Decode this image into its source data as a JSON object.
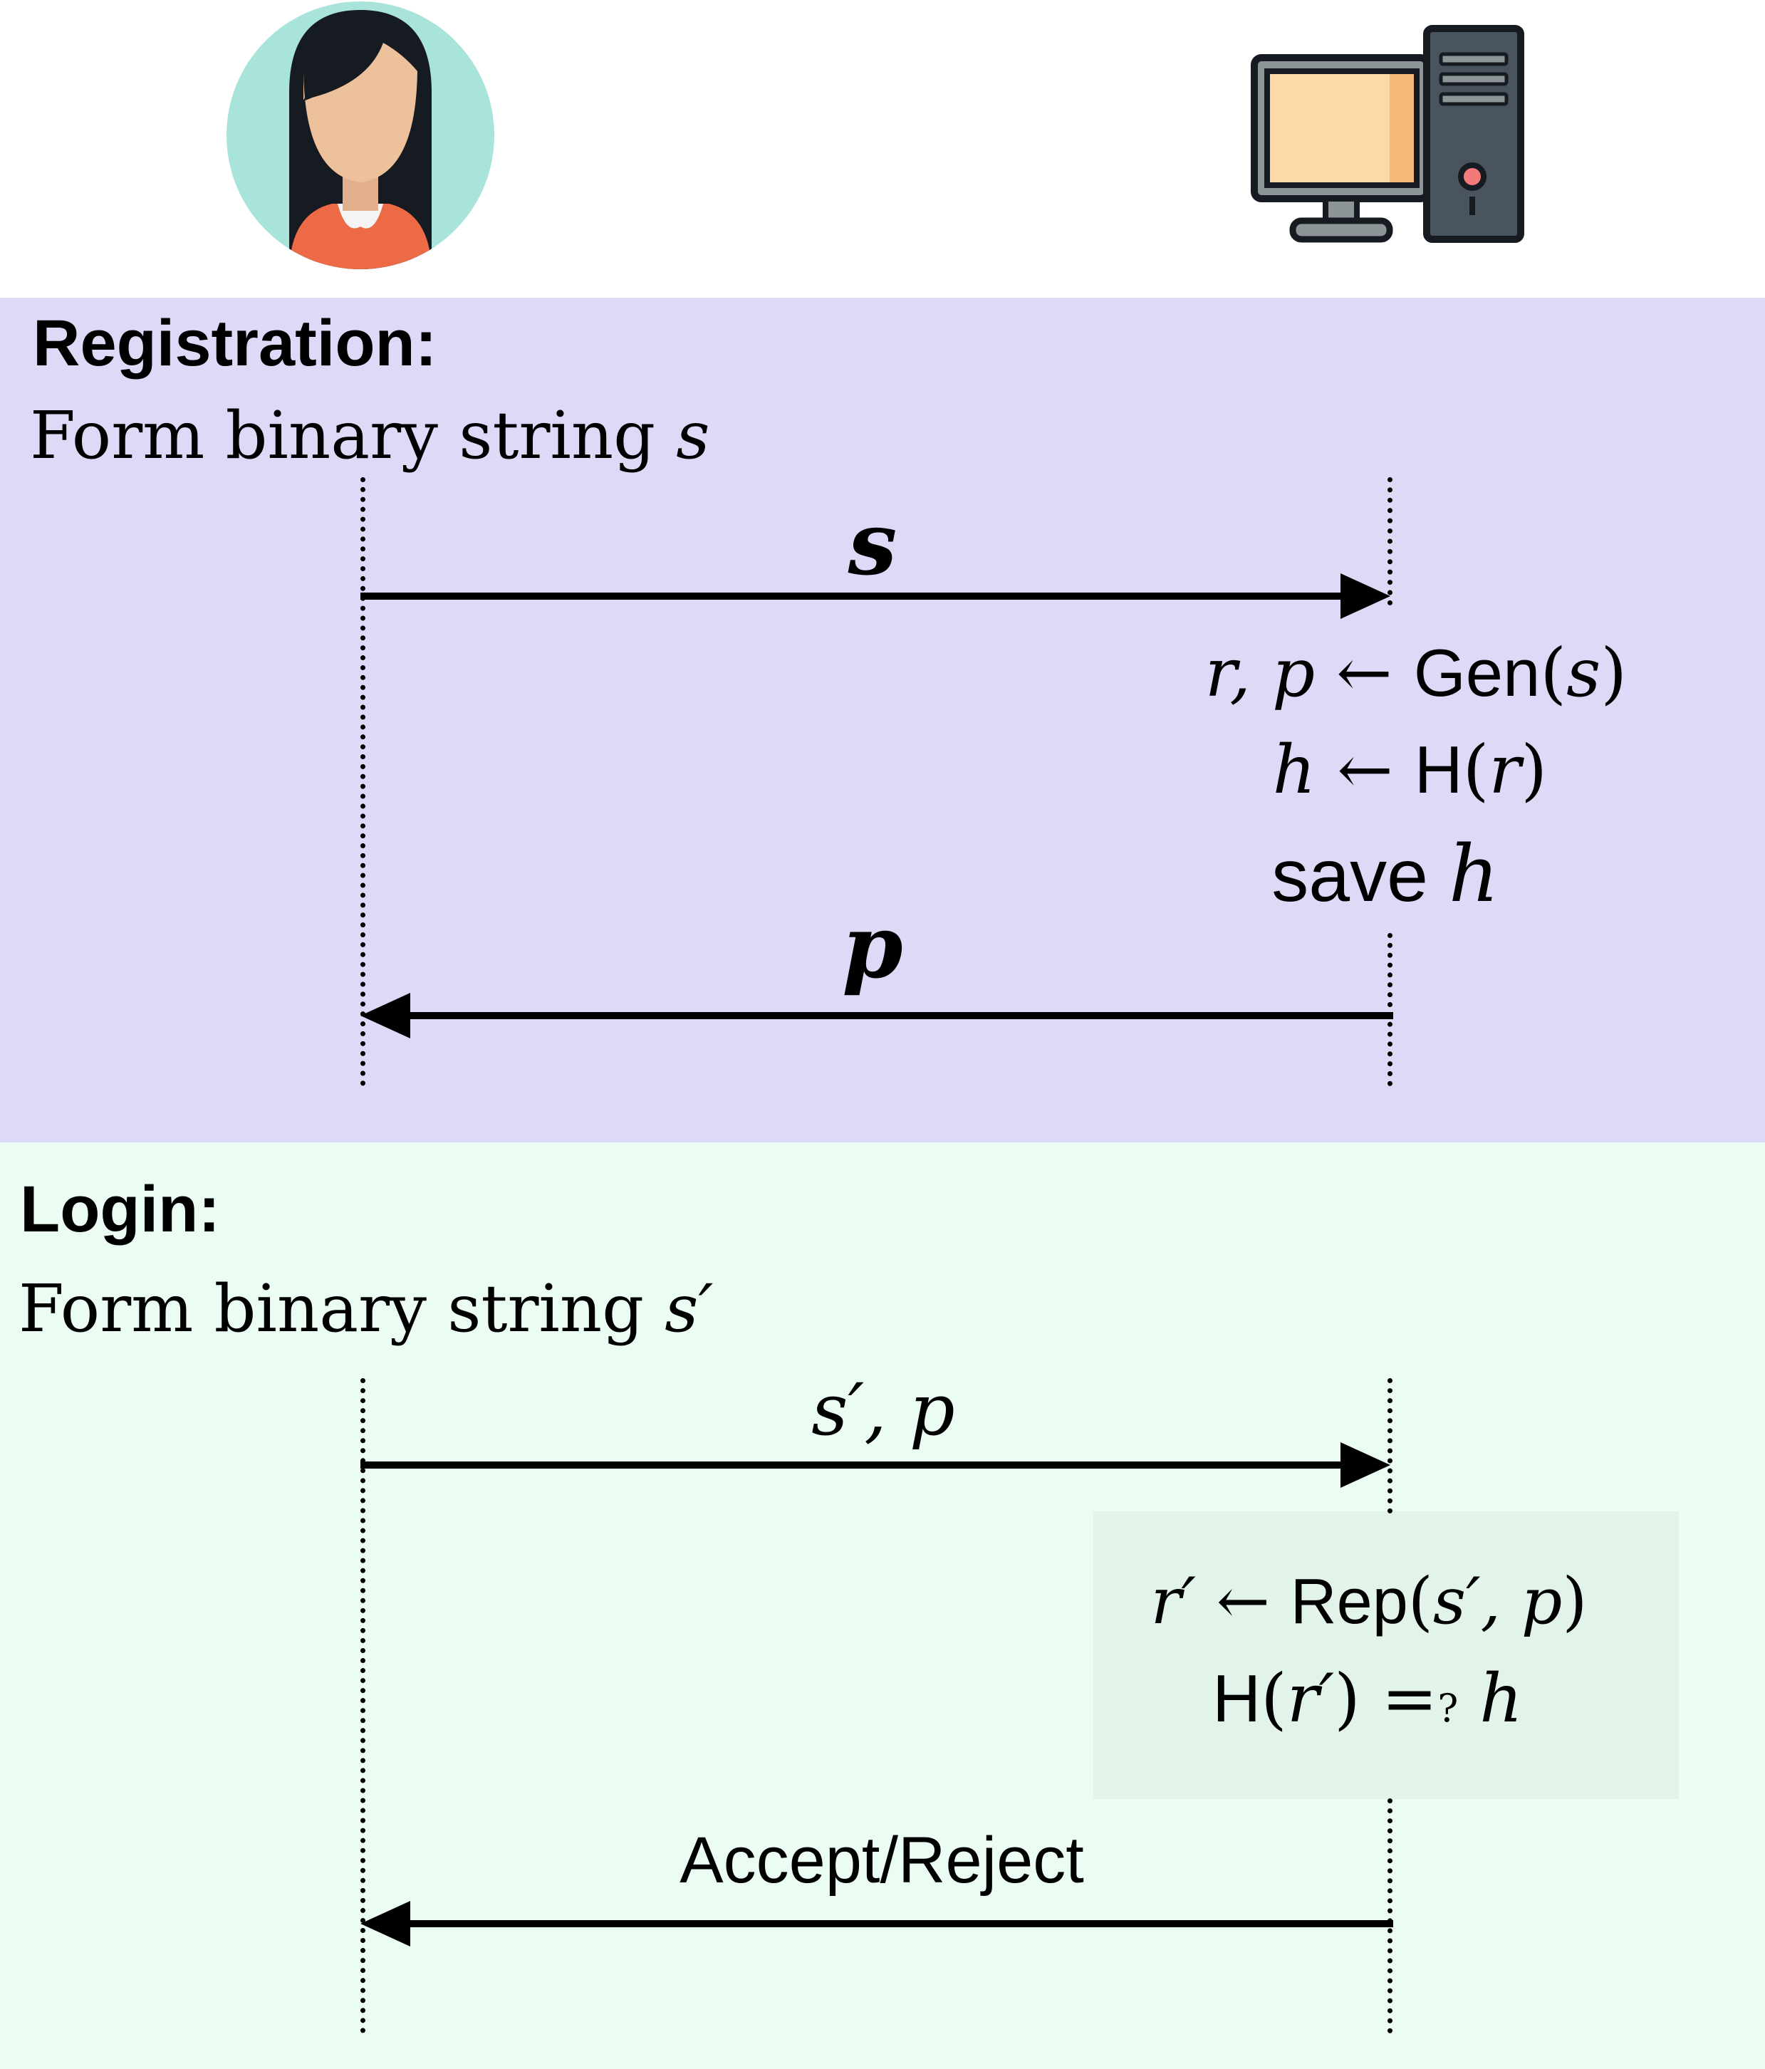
{
  "registration": {
    "heading": "Registration:",
    "client_step_text": "Form binary string",
    "client_step_var": "s",
    "msg1_label": "s",
    "server_steps": [
      {
        "lhs": "r, p",
        "arrow": "←",
        "fn": "Gen",
        "arg": "s"
      },
      {
        "lhs": "h",
        "arrow": "←",
        "fn": "H",
        "arg": "r"
      }
    ],
    "save_word": "save",
    "save_var": "h",
    "msg2_label": "p"
  },
  "login": {
    "heading": "Login:",
    "client_step_text": "Form binary string",
    "client_step_var": "s′",
    "msg1_label": "s′, p",
    "rep_lhs": "r′",
    "rep_arrow": "←",
    "rep_fn": "Rep",
    "rep_args": "s′, p",
    "check_fn": "H",
    "check_arg": "r′",
    "check_eq": "=",
    "check_q": "?",
    "check_rhs": "h",
    "result_label": "Accept/Reject"
  },
  "icons": {
    "user": "user-avatar-icon",
    "server": "desktop-computer-icon"
  },
  "colors": {
    "registration_bg": "#dcdaf7",
    "login_bg": "#ebfcf2",
    "verify_box_bg": "#e2f4ea",
    "avatar_bg": "#a8e4da",
    "monitor_screen": "#fdd9a8",
    "power_led": "#f47a7a"
  }
}
